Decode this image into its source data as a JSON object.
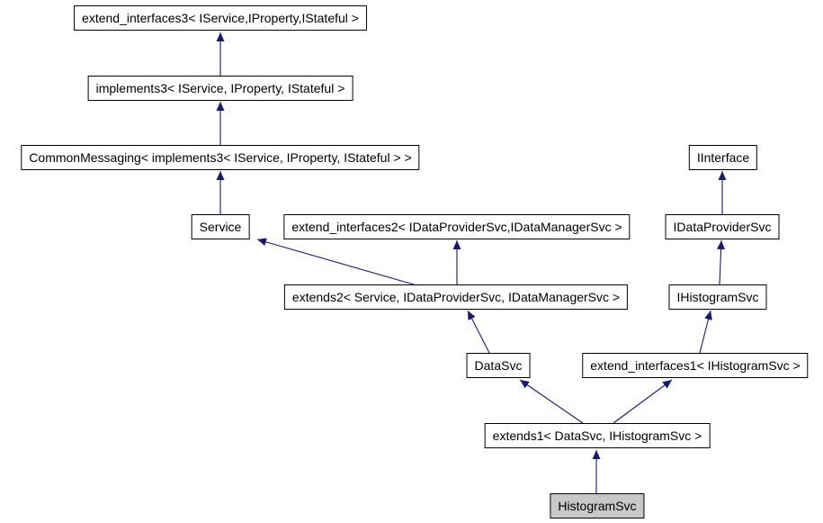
{
  "diagram": {
    "type": "class-inheritance-graph",
    "colors": {
      "background": "#ffffff",
      "arrow": "#191970",
      "node_border": "#000000",
      "node_fill": "#ffffff",
      "highlight_fill": "#c8c8c8",
      "text": "#000000"
    },
    "nodes": {
      "extend_interfaces3": {
        "label": "extend_interfaces3< IService,IProperty,IStateful >"
      },
      "implements3": {
        "label": "implements3< IService, IProperty, IStateful >"
      },
      "common_messaging": {
        "label": "CommonMessaging< implements3< IService, IProperty, IStateful > >"
      },
      "iinterface": {
        "label": "IInterface"
      },
      "service": {
        "label": "Service"
      },
      "extend_interfaces2": {
        "label": "extend_interfaces2< IDataProviderSvc,IDataManagerSvc >"
      },
      "idataprovidersvc": {
        "label": "IDataProviderSvc"
      },
      "extends2": {
        "label": "extends2< Service, IDataProviderSvc, IDataManagerSvc >"
      },
      "ihistogramsvc": {
        "label": "IHistogramSvc"
      },
      "datasvc": {
        "label": "DataSvc"
      },
      "extend_interfaces1": {
        "label": "extend_interfaces1< IHistogramSvc >"
      },
      "extends1": {
        "label": "extends1< DataSvc, IHistogramSvc >"
      },
      "histogramsvc": {
        "label": "HistogramSvc",
        "highlighted": true
      }
    },
    "edges": [
      {
        "from": "implements3",
        "to": "extend_interfaces3"
      },
      {
        "from": "common_messaging",
        "to": "implements3"
      },
      {
        "from": "service",
        "to": "common_messaging"
      },
      {
        "from": "extends2",
        "to": "service"
      },
      {
        "from": "extends2",
        "to": "extend_interfaces2"
      },
      {
        "from": "idataprovidersvc",
        "to": "iinterface"
      },
      {
        "from": "ihistogramsvc",
        "to": "idataprovidersvc"
      },
      {
        "from": "datasvc",
        "to": "extends2"
      },
      {
        "from": "extend_interfaces1",
        "to": "ihistogramsvc"
      },
      {
        "from": "extends1",
        "to": "datasvc"
      },
      {
        "from": "extends1",
        "to": "extend_interfaces1"
      },
      {
        "from": "histogramsvc",
        "to": "extends1"
      }
    ]
  }
}
